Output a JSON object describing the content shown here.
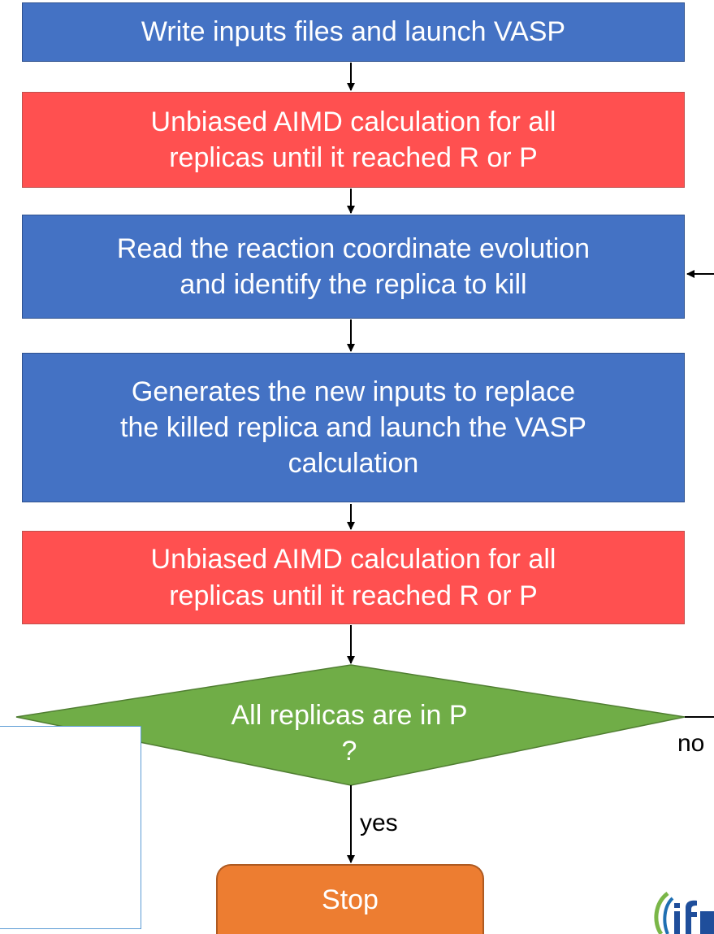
{
  "steps": {
    "write_inputs": "Write inputs files and launch VASP",
    "unbiased_1": "Unbiased AIMD calculation for all\nreplicas until it reached R or P",
    "read_coordinate": "Read the reaction coordinate evolution\nand identify the replica to kill",
    "generate_inputs": "Generates the new inputs to replace\nthe killed replica and launch the VASP\ncalculation",
    "unbiased_2": "Unbiased AIMD calculation for all\nreplicas until it reached R or P"
  },
  "decision": {
    "line1": "All replicas are in P",
    "line2": "?",
    "yes_label": "yes",
    "no_label": "no"
  },
  "terminal": {
    "stop_label": "Stop"
  },
  "logo": {
    "text": "ifp"
  },
  "colors": {
    "process_blue": "#4472c4",
    "process_red": "#ff5050",
    "decision_green": "#70ad47",
    "stop_orange": "#ed7d31"
  }
}
